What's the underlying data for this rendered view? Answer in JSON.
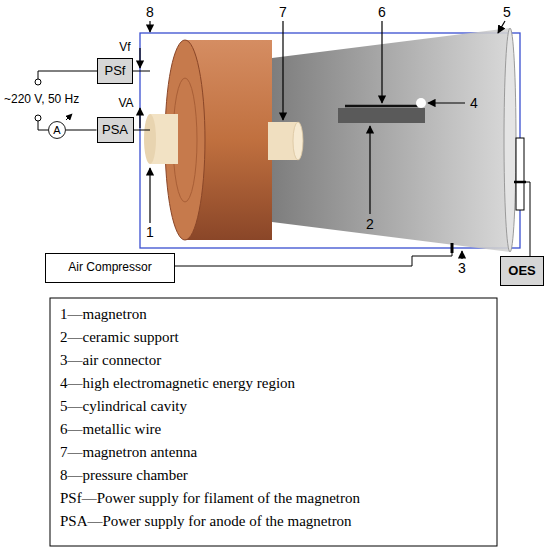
{
  "diagram": {
    "nodes": [
      {
        "text": [
          "PSf"
        ]
      },
      {
        "text": [
          "PSA"
        ]
      },
      {
        "text": [
          "A"
        ]
      },
      {
        "text": [
          "Air Compressor"
        ]
      },
      {
        "text": [
          "OES"
        ]
      }
    ],
    "edges": [
      {
        "from": 2,
        "to": 1,
        "arrow": "none"
      }
    ],
    "labels": [
      "8",
      "7",
      "6",
      "5",
      "Vf",
      "VA",
      "~220 V, 50 Hz",
      "4",
      "1",
      "2",
      "3"
    ],
    "legend": [
      {
        "text": "1—magnetron"
      },
      {
        "text": "2—ceramic support"
      },
      {
        "text": "3—air connector"
      },
      {
        "text": "4—high electromagnetic energy region"
      },
      {
        "text": "5—cylindrical cavity"
      },
      {
        "text": "6—metallic wire"
      },
      {
        "text": "7—magnetron antenna"
      },
      {
        "text": "8—pressure chamber"
      },
      {
        "text": "PSf—Power supply for filament of the magnetron"
      },
      {
        "text": "PSA—Power supply for anode of the magnetron"
      }
    ]
  }
}
